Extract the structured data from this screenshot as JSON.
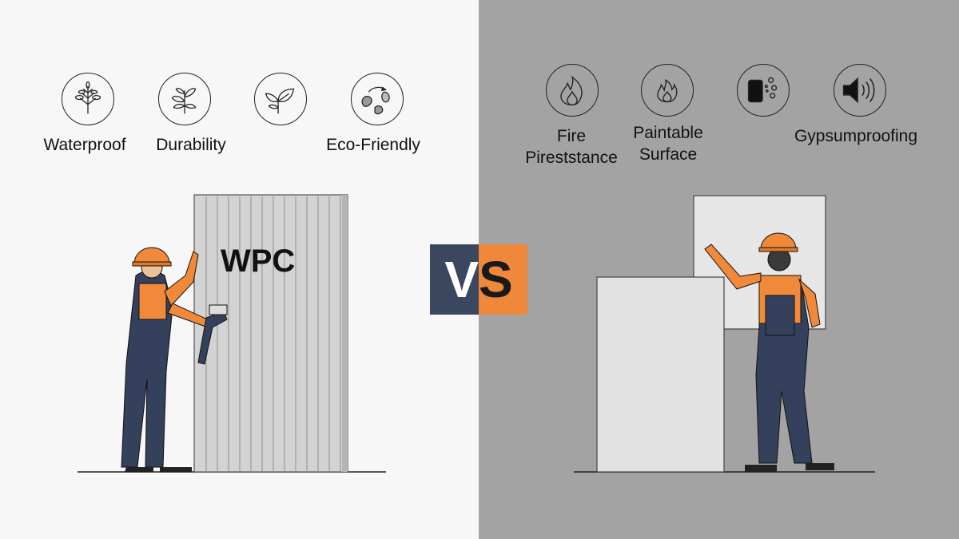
{
  "left": {
    "features": [
      {
        "icon": "tree-icon",
        "label": "Waterproof"
      },
      {
        "icon": "plant-icon",
        "label": "Durability"
      },
      {
        "icon": "leaf-icon",
        "label": ""
      },
      {
        "icon": "recycle-leaves-icon",
        "label": "Eco-Friendly"
      }
    ],
    "panel_label": "WPC"
  },
  "right": {
    "features": [
      {
        "icon": "fire-icon",
        "label_line1": "Fire",
        "label_line2": "Pireststance"
      },
      {
        "icon": "flame-icon",
        "label_line1": "Paintable",
        "label_line2": "Surface"
      },
      {
        "icon": "moisture-block-icon",
        "label_line1": "",
        "label_line2": ""
      },
      {
        "icon": "speaker-icon",
        "label_line1": "Gypsumproofing",
        "label_line2": ""
      }
    ]
  },
  "vs": {
    "left": "V",
    "right": "S"
  },
  "colors": {
    "left_bg": "#f7f7f7",
    "right_bg": "#a3a3a3",
    "vs_navy": "#3b465f",
    "vs_orange": "#f0883a",
    "worker_orange": "#f08a3a",
    "worker_overalls": "#34405c"
  }
}
